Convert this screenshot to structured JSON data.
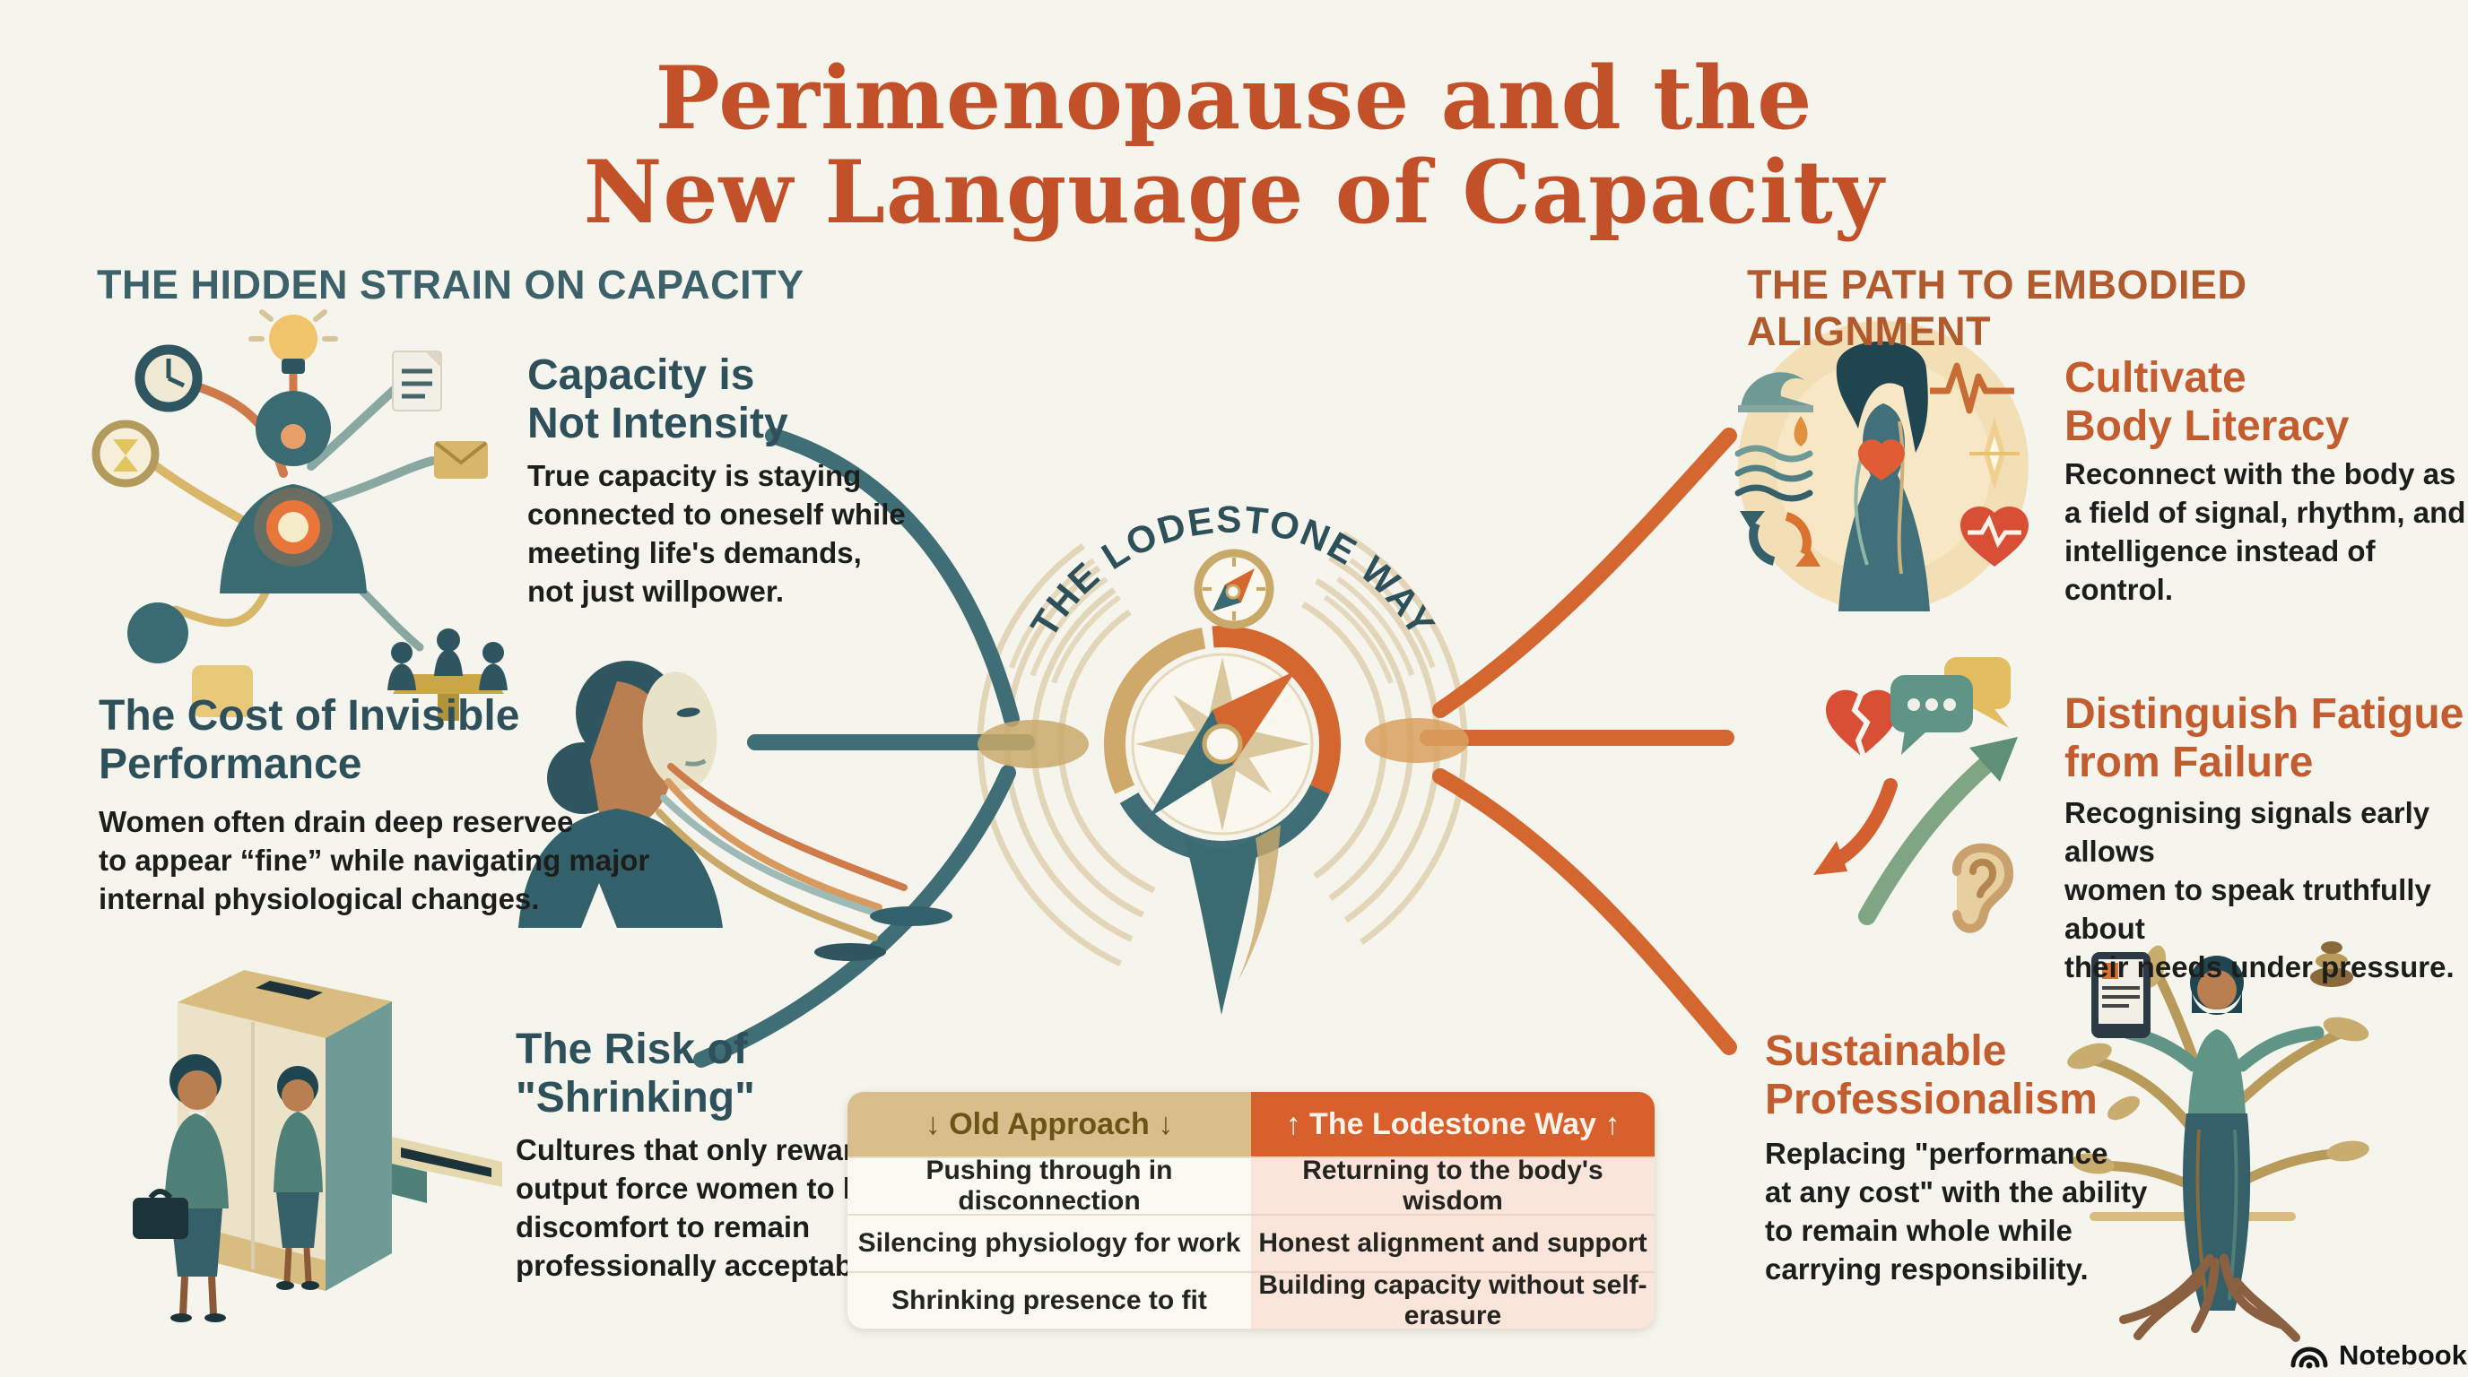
{
  "title": {
    "line1": "Perimenopause and the",
    "line2": "New Language of Capacity"
  },
  "left_section": {
    "header": "THE HIDDEN STRAIN ON CAPACITY",
    "items": [
      {
        "icon": "multitasking-body-icon",
        "heading": "Capacity is\nNot Intensity",
        "body": "True capacity is staying\nconnected to oneself while\nmeeting life's demands,\nnot just willpower."
      },
      {
        "icon": "masked-woman-icon",
        "heading": "The Cost of Invisible\nPerformance",
        "body": "Women often drain deep reservee\nto appear “fine” while navigating major\ninternal physiological changes."
      },
      {
        "icon": "elevator-box-icon",
        "heading": "The Risk of\n\"Shrinking\"",
        "body": "Cultures that only reward\noutput force women to hide\ndiscomfort to remain\nprofessionally acceptable."
      }
    ]
  },
  "right_section": {
    "header": "THE PATH TO EMBODIED ALIGNMENT",
    "items": [
      {
        "icon": "body-literacy-circle-icon",
        "heading": "Cultivate\nBody Literacy",
        "body": "Reconnect with the body as\na field of signal, rhythm, and\nintelligence instead of control."
      },
      {
        "icon": "signals-communication-icon",
        "heading": "Distinguish Fatigue\nfrom Failure",
        "body": "Recognising signals early allows\nwomen to speak truthfully about\ntheir needs under pressure."
      },
      {
        "icon": "tree-woman-icon",
        "heading": "Sustainable\nProfessionalism",
        "body": "Replacing \"performance\nat any cost\" with the ability\nto remain whole while\ncarrying responsibility."
      }
    ]
  },
  "center": {
    "arc_label": "THE LODESTONE WAY",
    "icons": [
      "compass-icon",
      "compass-rose-icon"
    ]
  },
  "table": {
    "header_old": "↓ Old Approach ↓",
    "header_new": "↑ The Lodestone Way ↑",
    "rows": [
      {
        "old": "Pushing through in disconnection",
        "new": "Returning to the body's wisdom"
      },
      {
        "old": "Silencing physiology for work",
        "new": "Honest alignment and support"
      },
      {
        "old": "Shrinking presence to fit",
        "new": "Building capacity without self-erasure"
      }
    ]
  },
  "footer": {
    "brand": "NotebookLM",
    "icon": "notebooklm-logo-icon"
  },
  "colors": {
    "background": "#f6f5ed",
    "title_orange": "#c2512a",
    "teal_dark": "#2f5560",
    "teal_branch": "#3f6e76",
    "orange_branch": "#d4662f",
    "tan": "#d2b27c",
    "table_header_tan": "#d9bd8a",
    "table_header_orange": "#d8602c",
    "table_cell_pink": "#f9e5da"
  }
}
